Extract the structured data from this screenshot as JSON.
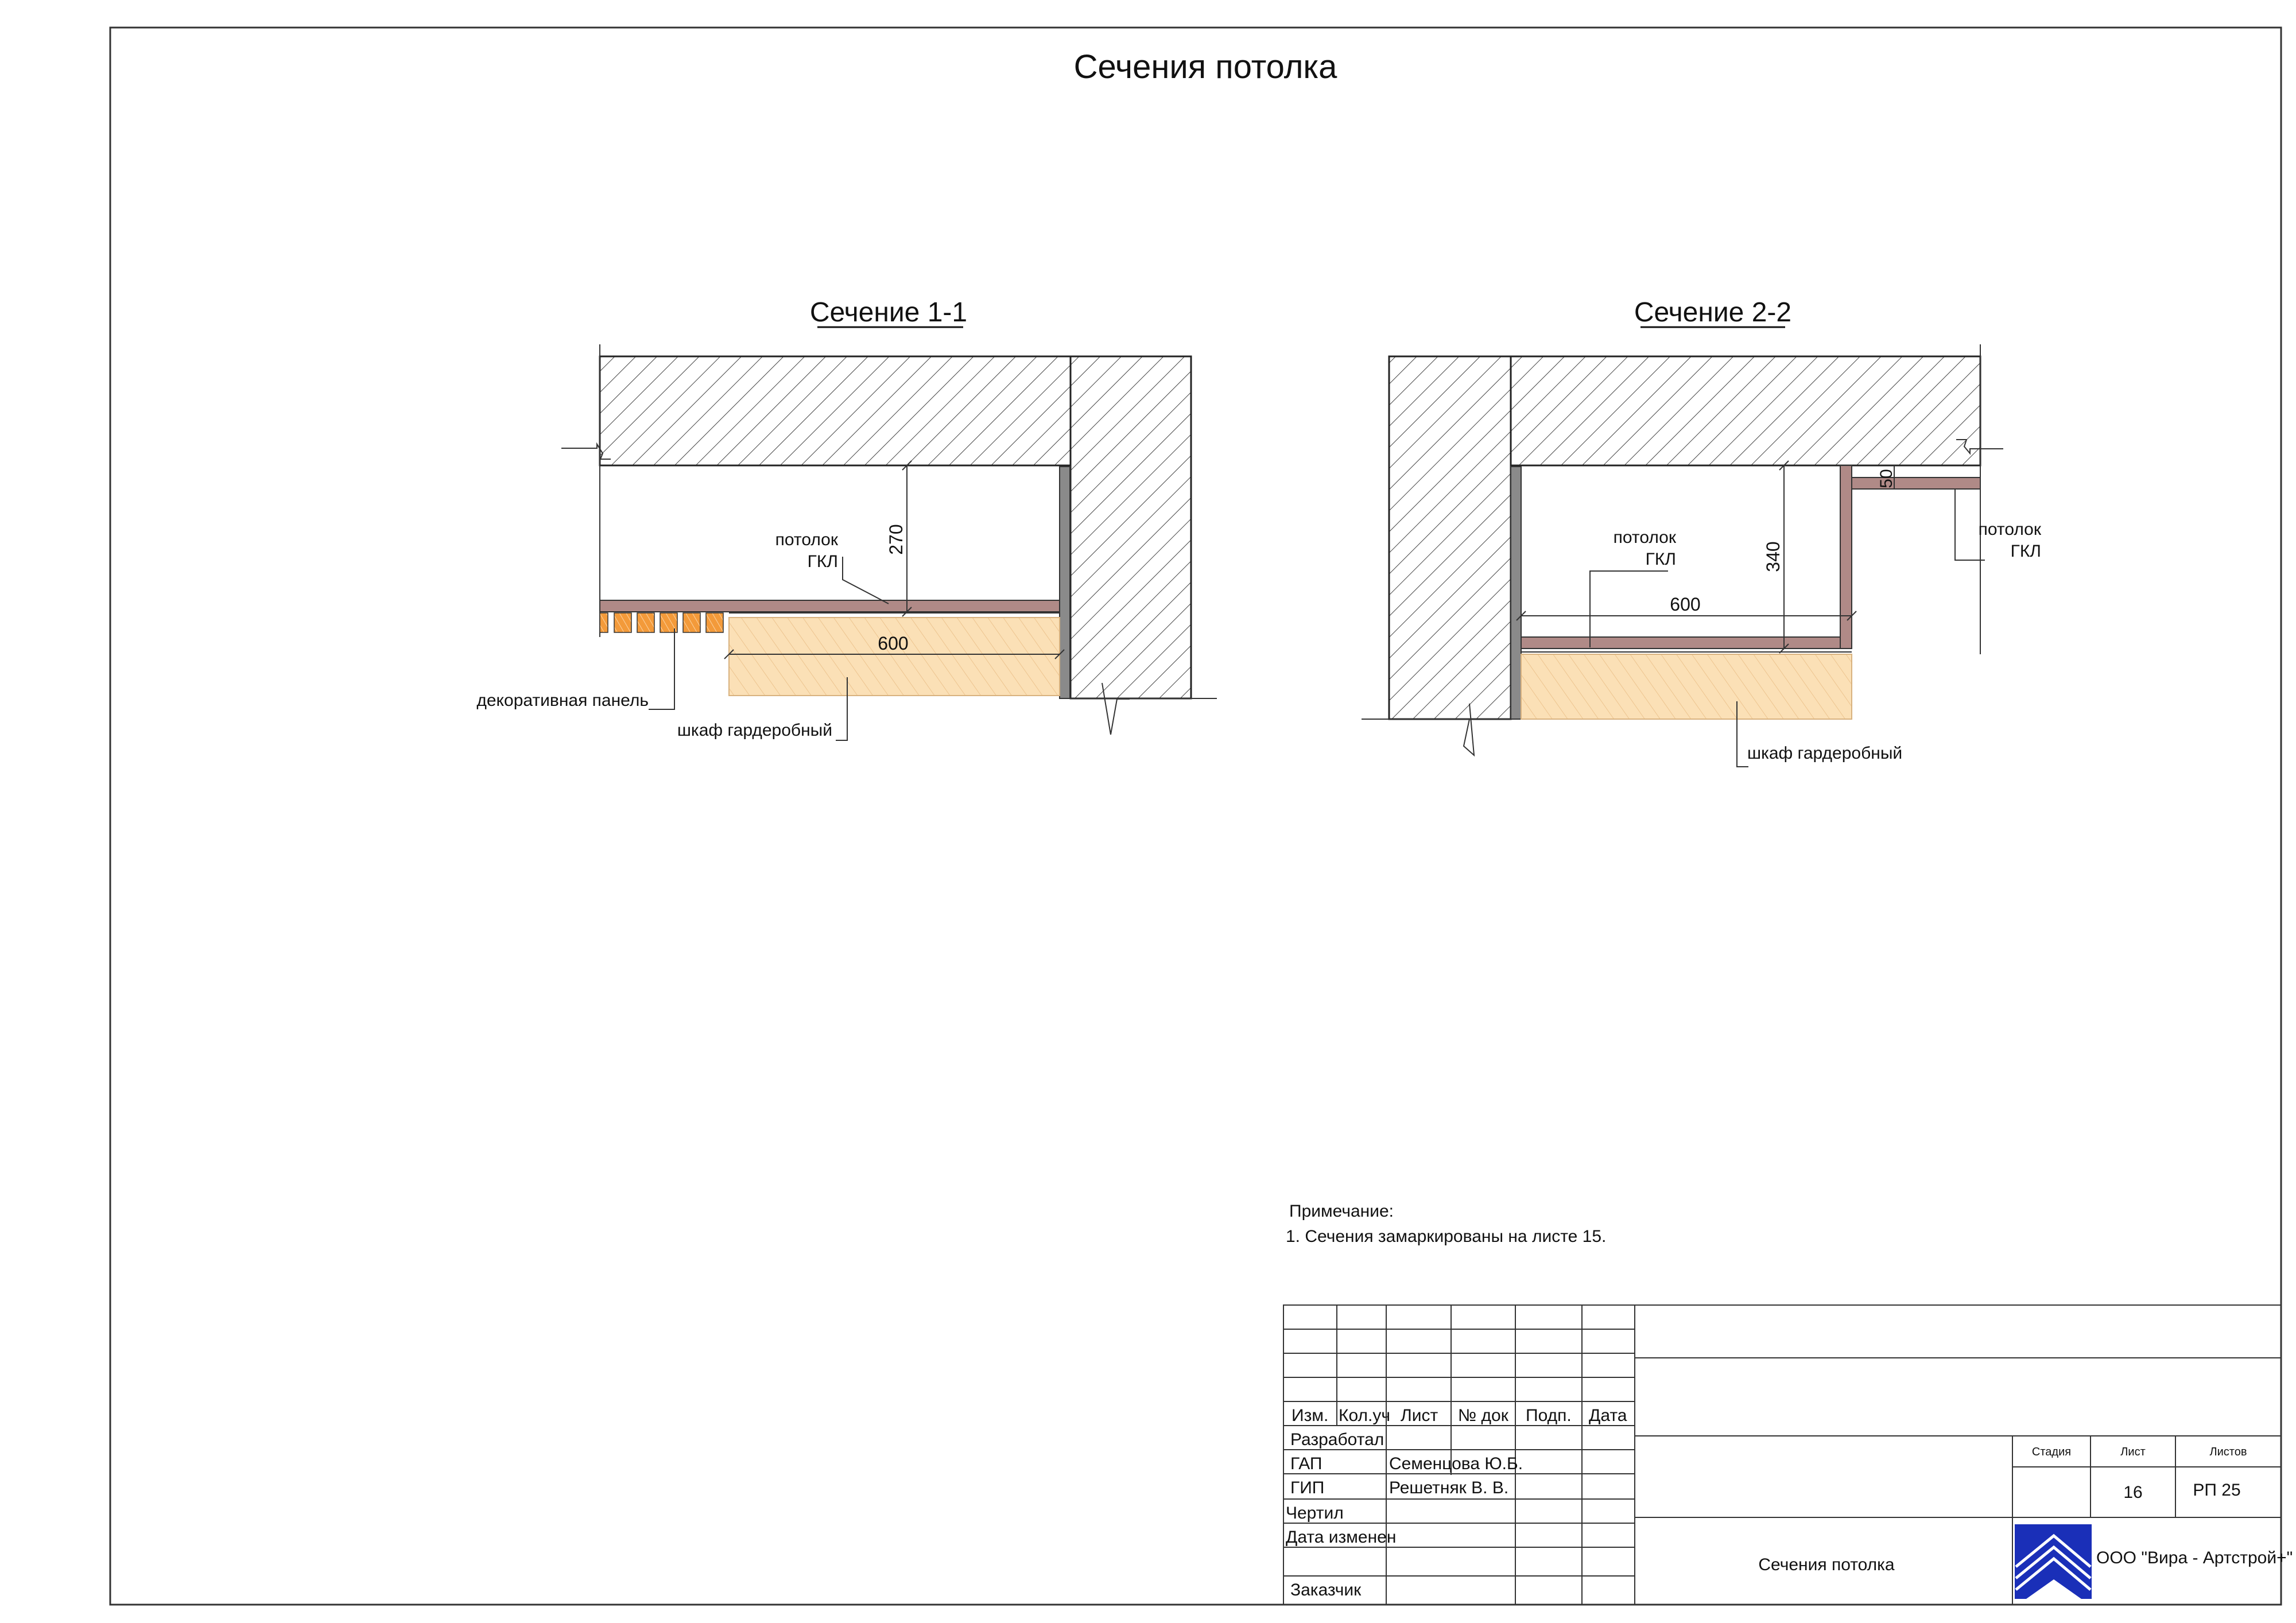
{
  "sheet": {
    "title": "Сечения потолка"
  },
  "section1": {
    "title": "Сечение 1-1",
    "dim_height": "270",
    "dim_width": "600",
    "label_ceiling_line1": "потолок",
    "label_ceiling_line2": "ГКЛ",
    "label_panel": "декоративная панель",
    "label_wardrobe": "шкаф гардеробный"
  },
  "section2": {
    "title": "Сечение 2-2",
    "dim_height": "340",
    "dim_width": "600",
    "dim_step": "50",
    "label_ceiling_a_line1": "потолок",
    "label_ceiling_a_line2": "ГКЛ",
    "label_ceiling_b_line1": "потолок",
    "label_ceiling_b_line2": "ГКЛ",
    "label_wardrobe": "шкаф гардеробный"
  },
  "note": {
    "heading": "Примечание:",
    "item1": "1. Сечения замаркированы на листе 15."
  },
  "title_block": {
    "headers": [
      "Изм.",
      "Кол.уч",
      "Лист",
      "№ док",
      "Подп.",
      "Дата"
    ],
    "rows": [
      {
        "role": "Разработал",
        "name": ""
      },
      {
        "role": "ГАП",
        "name": "Семенцова Ю.Б."
      },
      {
        "role": "ГИП",
        "name": "Решетняк В. В."
      },
      {
        "role": "Чертил",
        "name": ""
      },
      {
        "role": "Дата изменен",
        "name": ""
      },
      {
        "role": "Заказчик",
        "name": ""
      }
    ],
    "stage_label": "Стадия",
    "sheet_label": "Лист",
    "sheets_label": "Листов",
    "sheet_number": "16",
    "sheets_value": "РП 25",
    "drawing_name": "Сечения потолка",
    "company": "ООО \"Вира - Артстрой+\"",
    "colors": {
      "logo_blue": "#1a2fb8"
    }
  },
  "colors": {
    "gkl": "#b08a87",
    "wardrobe": "#fbe0b6",
    "wardrobe_line": "#e9c08e",
    "panel": "#f39a3a",
    "metal": "#8a8a8a",
    "hatch": "#444444"
  }
}
